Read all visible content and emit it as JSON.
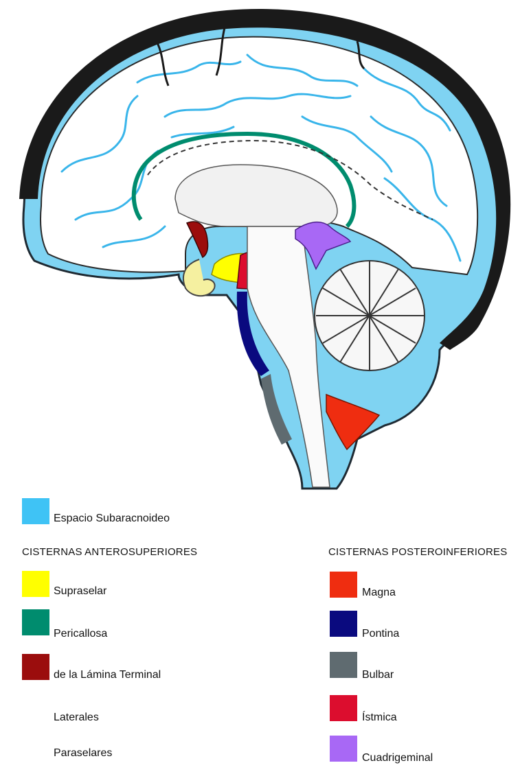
{
  "legend": {
    "subarachnoid": {
      "label": "Espacio Subaracnoideo",
      "color": "#3fc3f5"
    },
    "anterosuperior": {
      "heading": "CISTERNAS ANTEROSUPERIORES",
      "items": [
        {
          "label": "Supraselar",
          "color": "#ffff00"
        },
        {
          "label": "Pericallosa",
          "color": "#008c6e"
        },
        {
          "label": "de la Lámina Terminal",
          "color": "#9b0d0d"
        },
        {
          "label": "Laterales"
        },
        {
          "label": "Paraselares"
        }
      ]
    },
    "posteroinferior": {
      "heading": "CISTERNAS POSTEROINFERIORES",
      "items": [
        {
          "label": "Magna",
          "color": "#ef2d10"
        },
        {
          "label": "Pontina",
          "color": "#0a0a7f"
        },
        {
          "label": "Bulbar",
          "color": "#5f6b70"
        },
        {
          "label": "Ístmica",
          "color": "#dc0d2e"
        },
        {
          "label": "Cuadrigeminal",
          "color": "#a868f5"
        }
      ]
    }
  }
}
